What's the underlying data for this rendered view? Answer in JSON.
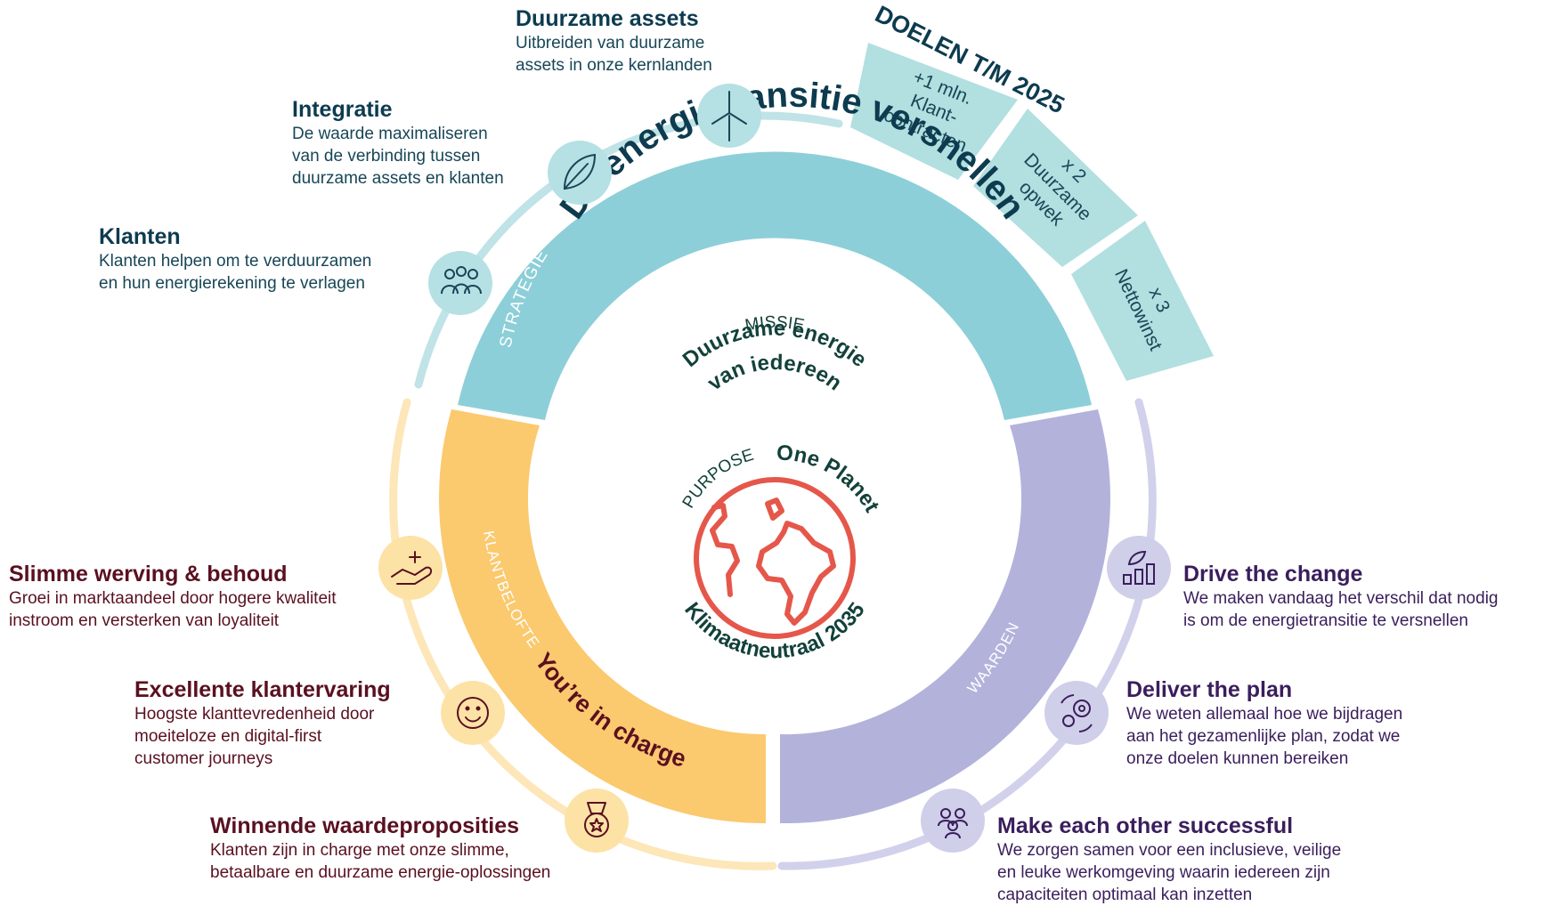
{
  "colors": {
    "teal": "#8dcfd8",
    "teal_light": "#bfe3e6",
    "yellow": "#fbc96e",
    "yellow_light": "#fde6b8",
    "lavender": "#b3b2db",
    "lavender_light": "#d2d1ec",
    "globe": "#e5574a",
    "dark_green": "#12413a",
    "dark_teal": "#0d3b4f",
    "maroon": "#5a1020",
    "purple": "#3a1e5c"
  },
  "center": {
    "missie_label": "MISSIE",
    "missie_line1": "Duurzame energie",
    "missie_line2": "van iedereen",
    "purpose_label": "PURPOSE",
    "purpose_title": "One Planet",
    "purpose_bottom": "Klimaatneutraal 2035"
  },
  "ring": {
    "strategie_label": "STRATEGIE",
    "strategie_title": "De energietransitie versnellen",
    "klantbelofte_label": "KLANTBELOFTE",
    "klantbelofte_title": "You’re in charge",
    "waarden_label": "WAARDEN"
  },
  "goals": {
    "title": "DOELEN T/M 2025",
    "items": [
      {
        "lines": [
          "+1 mln.",
          "Klant-",
          "contracten"
        ]
      },
      {
        "lines": [
          "x 2",
          "Duurzame",
          "opwek"
        ]
      },
      {
        "lines": [
          "x 3",
          "Nettowinst"
        ]
      }
    ]
  },
  "strategy_items": [
    {
      "icon": "wind-turbine-icon",
      "title": "Duurzame assets",
      "body": "Uitbreiden van duurzame\nassets in onze kernlanden"
    },
    {
      "icon": "leaf-icon",
      "title": "Integratie",
      "body": "De waarde maximaliseren\nvan de verbinding tussen\nduurzame assets en klanten"
    },
    {
      "icon": "people-group-icon",
      "title": "Klanten",
      "body": "Klanten helpen om te verduurzamen\nen hun energierekening te verlagen"
    }
  ],
  "promise_items": [
    {
      "icon": "hand-plus-icon",
      "title": "Slimme werving & behoud",
      "body": "Groei in marktaandeel door hogere kwaliteit\ninstroom en versterken van loyaliteit"
    },
    {
      "icon": "smiley-icon",
      "title": "Excellente klantervaring",
      "body": "Hoogste klanttevredenheid door\nmoeiteloze en digital-first\ncustomer journeys"
    },
    {
      "icon": "medal-icon",
      "title": "Winnende waardeproposities",
      "body": "Klanten zijn in charge met onze slimme,\nbetaalbare en duurzame energie-oplossingen"
    }
  ],
  "value_items": [
    {
      "icon": "growth-chart-icon",
      "title": "Drive the change",
      "body": "We maken vandaag het verschil dat nodig\nis om de energietransitie te versnellen"
    },
    {
      "icon": "gears-icon",
      "title": "Deliver the plan",
      "body": "We weten allemaal hoe we bijdragen\naan het gezamenlijke plan, zodat we\nonze doelen kunnen bereiken"
    },
    {
      "icon": "team-icon",
      "title": "Make each other successful",
      "body": "We zorgen samen voor een inclusieve, veilige\nen leuke werkomgeving waarin iedereen zijn\ncapaciteiten optimaal kan inzetten"
    }
  ]
}
